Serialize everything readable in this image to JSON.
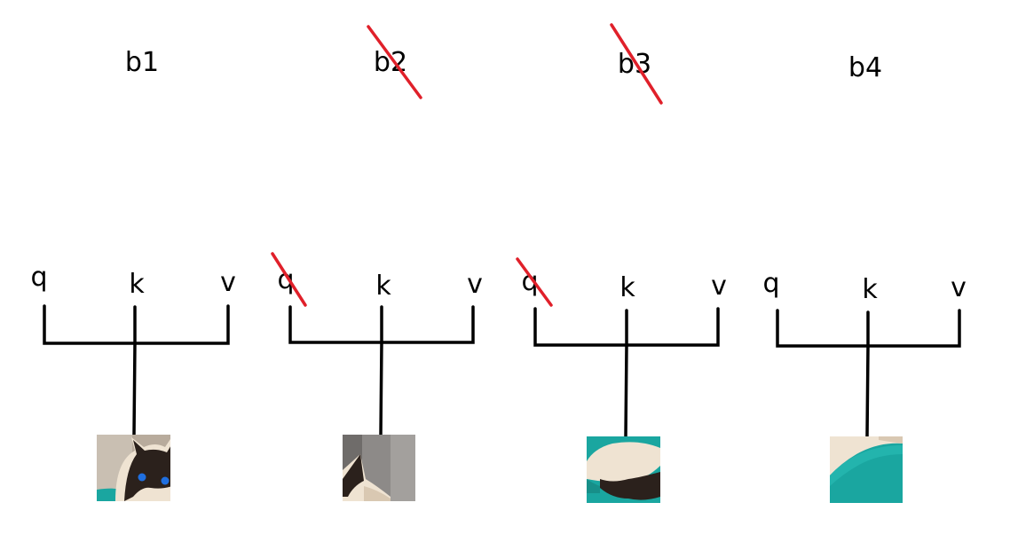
{
  "columns": [
    {
      "b_label": "b1",
      "b_struck": false,
      "q": "q",
      "k": "k",
      "v": "v",
      "q_struck": false,
      "patch": "cat-face-blue-eyes"
    },
    {
      "b_label": "b2",
      "b_struck": true,
      "q": "q",
      "k": "k",
      "v": "v",
      "q_struck": true,
      "patch": "cat-ear-grey"
    },
    {
      "b_label": "b3",
      "b_struck": true,
      "q": "q",
      "k": "k",
      "v": "v",
      "q_struck": true,
      "patch": "cat-paw-teal"
    },
    {
      "b_label": "b4",
      "b_struck": false,
      "q": "q",
      "k": "k",
      "v": "v",
      "q_struck": false,
      "patch": "teal-cushion"
    }
  ],
  "colors": {
    "line": "#000000",
    "strike": "#e0202a",
    "teal": "#1aa6a0",
    "cream": "#efe3d2",
    "dark_fur": "#2b211c",
    "eye_blue": "#1f6fe0",
    "grey_bg": "#8d8a88"
  }
}
